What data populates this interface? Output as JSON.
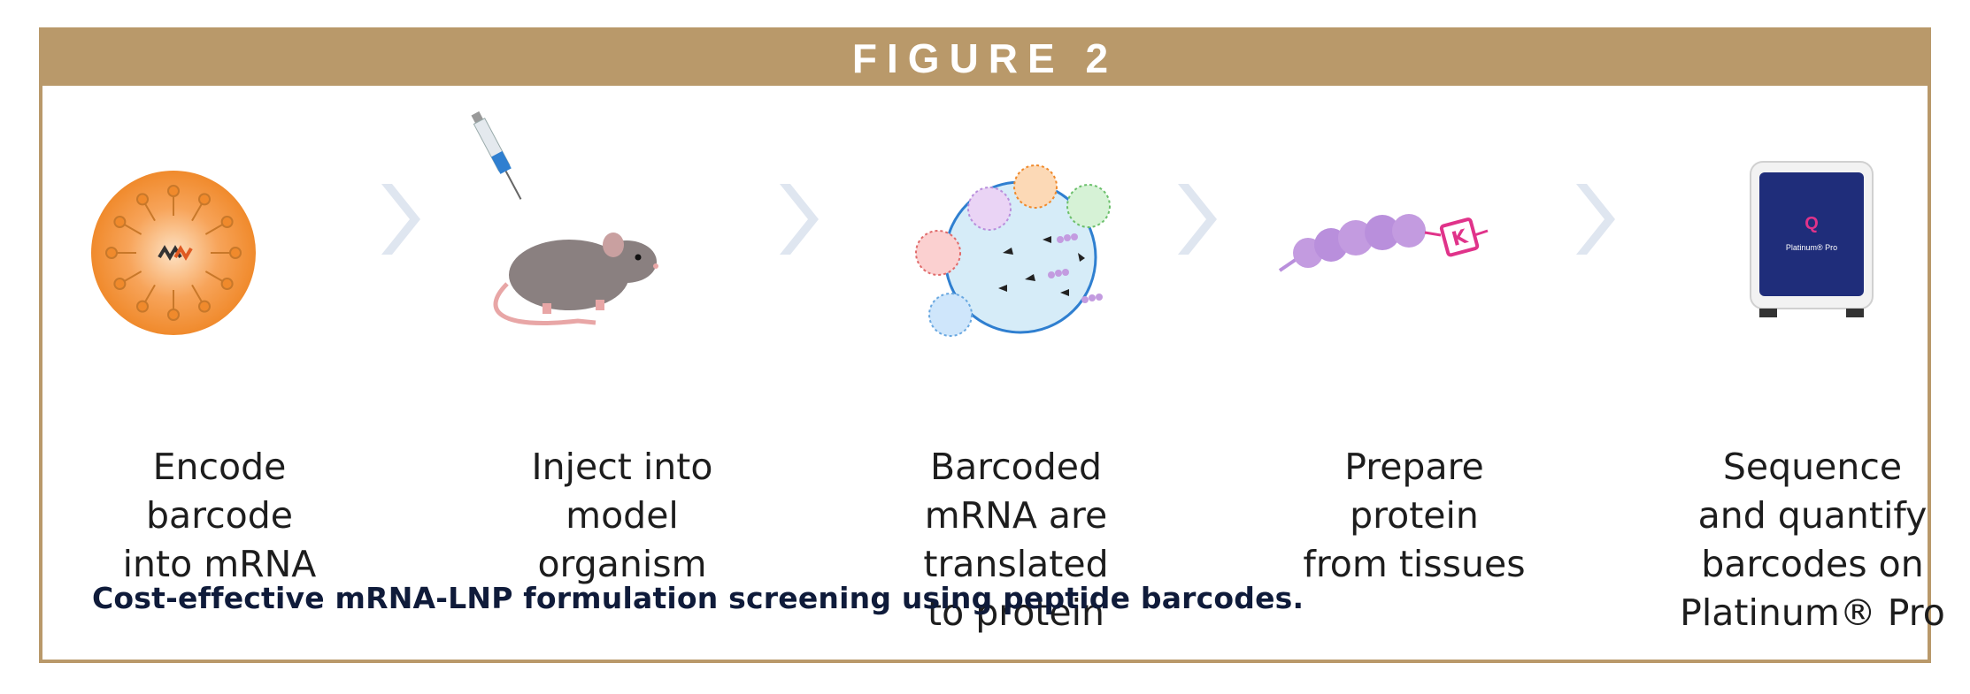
{
  "figure": {
    "title": "FIGURE 2"
  },
  "steps": [
    {
      "name": "lnp",
      "label": "Encode\nbarcode\ninto mRNA"
    },
    {
      "name": "mouse",
      "label": "Inject into\nmodel\norganism"
    },
    {
      "name": "cell",
      "label": "Barcoded\nmRNA are\ntranslated\nto protein"
    },
    {
      "name": "peptide",
      "label": "Prepare\nprotein\nfrom tissues",
      "tag_letter": "K"
    },
    {
      "name": "instrument",
      "label": "Sequence\nand quantify\nbarcodes on\nPlatinum® Pro",
      "screen_text": "Platinum® Pro"
    }
  ],
  "caption": "Cost-effective mRNA-LNP formulation screening using peptide barcodes.",
  "colors": {
    "header": "#b9996a",
    "lnp_orange": "#f08a2c",
    "peptide_purple": "#b98fdc",
    "tag_pink": "#e0338a",
    "cell_blue": "#d6ecf8",
    "caption_navy": "#0f1b3a",
    "screen_blue": "#1f2d7a"
  }
}
